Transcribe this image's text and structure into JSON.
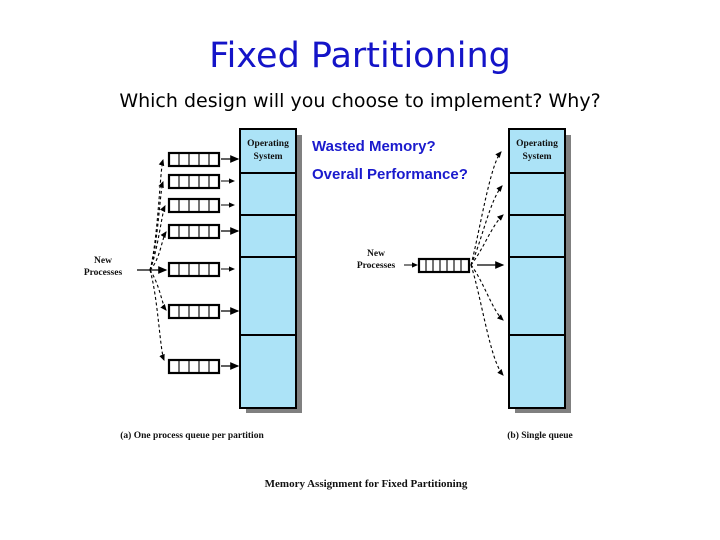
{
  "slide": {
    "title": "Fixed Partitioning",
    "subtitle": "Which design will you choose to implement? Why?",
    "title_color": "#1414C8",
    "background_color": "#FFFFFF"
  },
  "callouts": [
    {
      "id": "wasted-memory",
      "text": "Wasted Memory?",
      "color": "#1A1ACD"
    },
    {
      "id": "overall-performance",
      "text": "Overall Performance?",
      "color": "#1A1ACD"
    }
  ],
  "figure": {
    "main_caption": "Memory Assignment for Fixed Partitioning",
    "partition_fill": "#ACE3F7",
    "shadow_color": "#808080",
    "diagrams": [
      {
        "id": "one-queue-per-partition",
        "caption": "(a) One process queue per partition",
        "source_label": "New\nProcesses",
        "source_label_line1": "New",
        "source_label_line2": "Processes",
        "queue_count": 7,
        "queue_segments": 5,
        "memory_label": "Operating System",
        "memory_label_line1": "Operating",
        "memory_label_line2": "System",
        "partitions": [
          "Operating System",
          "",
          "",
          "",
          ""
        ]
      },
      {
        "id": "single-queue",
        "caption": "(b) Single queue",
        "source_label_line1": "New",
        "source_label_line2": "Processes",
        "queue_count": 1,
        "queue_segments": 7,
        "memory_label": "Operating System",
        "memory_label_line1": "Operating",
        "memory_label_line2": "System",
        "partitions": [
          "Operating System",
          "",
          "",
          "",
          ""
        ]
      }
    ]
  }
}
